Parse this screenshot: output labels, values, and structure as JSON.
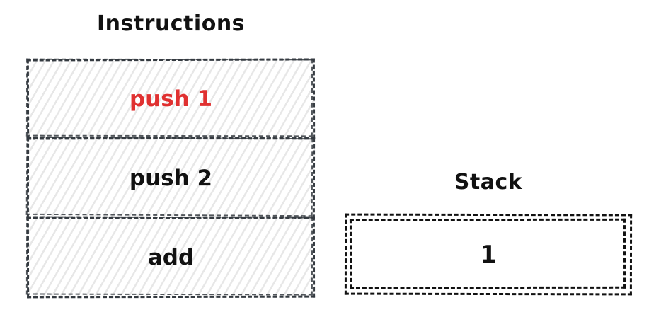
{
  "diagram": {
    "kind": "sketch-diagram",
    "background": "#ffffff"
  },
  "colors": {
    "instruction_stroke": "#343a40",
    "stack_stroke": "#111111",
    "highlight_red": "#e03131",
    "hatch_line": "#e7e7e7",
    "text": "#111111"
  },
  "instructions": {
    "title": "Instructions",
    "rows": [
      {
        "label": "push 1",
        "highlighted": true
      },
      {
        "label": "push 2",
        "highlighted": false
      },
      {
        "label": "add",
        "highlighted": false
      }
    ]
  },
  "stack": {
    "title": "Stack",
    "items": [
      {
        "label": "1"
      }
    ]
  }
}
